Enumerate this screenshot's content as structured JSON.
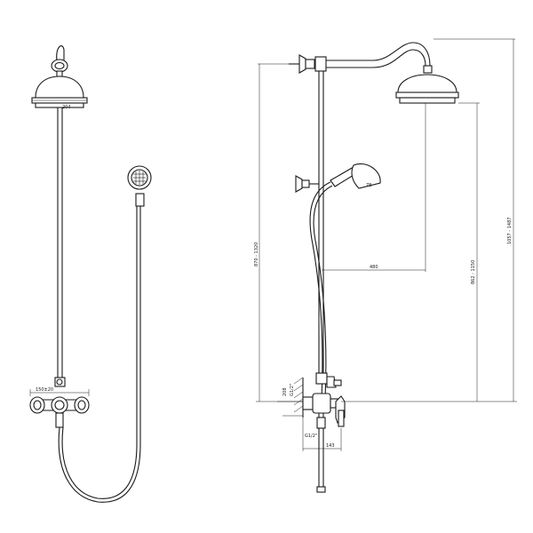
{
  "drawing": {
    "front_view": {
      "head_diameter": "204",
      "mixer_centres": "150±20"
    },
    "side_view": {
      "head_reach": "480",
      "hand_shower_size": "78",
      "bar_height": "870 - 1320",
      "head_height": "862 - 1150",
      "total_height": "1057 - 1487",
      "inlet_thread_top": "G1/2\"",
      "inlet_thread_bottom": "G1/2\"",
      "wall_offset": "143",
      "wall_label": "208"
    }
  }
}
